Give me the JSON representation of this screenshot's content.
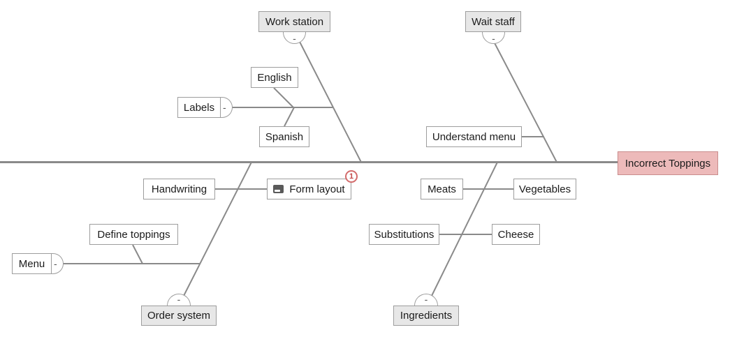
{
  "diagram": {
    "type": "fishbone",
    "effect": {
      "label": "Incorrect Toppings"
    },
    "branches": [
      {
        "label": "Work station",
        "side": "top",
        "collapse_label": "-",
        "causes": [
          {
            "label": "Labels",
            "collapse_label": "-",
            "subcauses": [
              {
                "label": "English"
              },
              {
                "label": "Spanish"
              }
            ]
          }
        ]
      },
      {
        "label": "Wait staff",
        "side": "top",
        "collapse_label": "-",
        "causes": [
          {
            "label": "Understand menu"
          }
        ]
      },
      {
        "label": "Order system",
        "side": "bottom",
        "collapse_label": "-",
        "causes": [
          {
            "label": "Handwriting"
          },
          {
            "label": "Form layout",
            "icon": "note-icon",
            "badge": "1"
          },
          {
            "label": "Menu",
            "collapse_label": "-",
            "subcauses": [
              {
                "label": "Define toppings"
              }
            ]
          }
        ]
      },
      {
        "label": "Ingredients",
        "side": "bottom",
        "collapse_label": "-",
        "causes": [
          {
            "label": "Meats"
          },
          {
            "label": "Vegetables"
          },
          {
            "label": "Substitutions"
          },
          {
            "label": "Cheese"
          }
        ]
      }
    ],
    "colors": {
      "effect_fill": "#edbaba",
      "effect_border": "#c98c8c",
      "category_fill": "#e7e7e7",
      "node_border": "#9d9d9d",
      "line": "#8a8a8a",
      "badge_accent": "#d36c6c",
      "text": "#1b1b1b"
    }
  }
}
